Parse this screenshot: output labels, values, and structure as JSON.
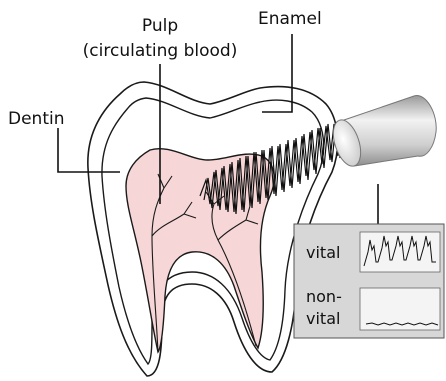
{
  "labels": {
    "enamel": "Enamel",
    "pulp_line1": "Pulp",
    "pulp_line2": "(circulating blood)",
    "dentin": "Dentin"
  },
  "graph": {
    "vital_label": "vital",
    "nonvital_line1": "non-",
    "nonvital_line2": "vital"
  },
  "colors": {
    "pulp_fill": "#f6d6d6",
    "outline": "#1a1a1a",
    "panel_fill": "#d7d7d7",
    "trace_box_fill": "#f4f4f4"
  }
}
